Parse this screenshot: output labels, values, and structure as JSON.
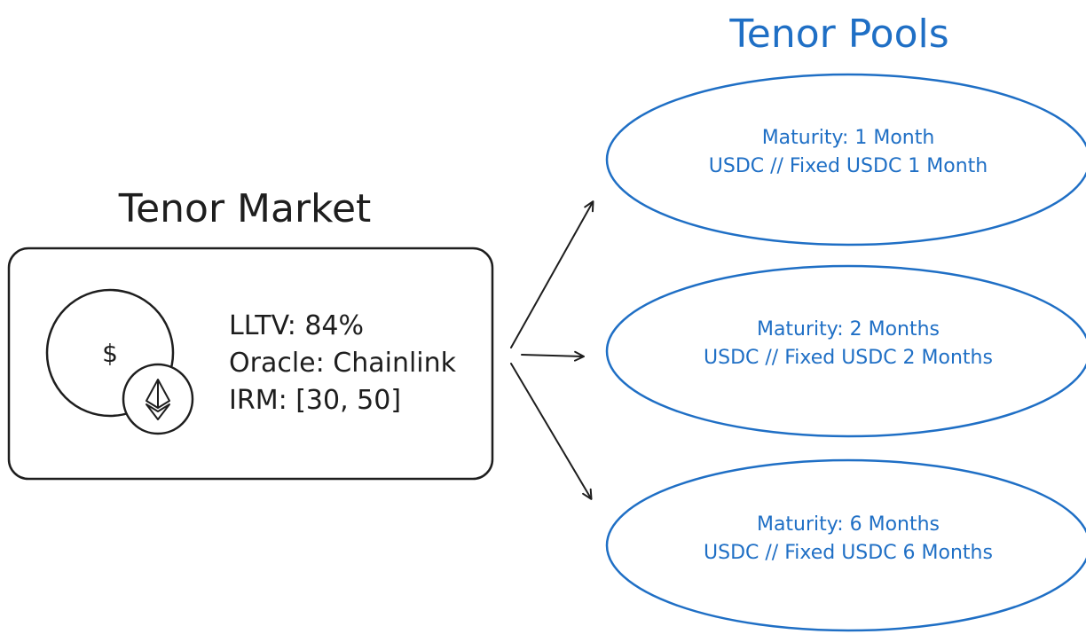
{
  "market": {
    "title": "Tenor Market",
    "loan_token_symbol": "$",
    "collateral_icon": "ethereum-icon",
    "params": {
      "lltv": "LLTV: 84%",
      "oracle": "Oracle: Chainlink",
      "irm": "IRM: [30, 50]"
    }
  },
  "pools": {
    "title": "Tenor Pools",
    "items": [
      {
        "maturity": "Maturity: 1 Month",
        "pair": "USDC // Fixed USDC 1 Month"
      },
      {
        "maturity": "Maturity: 2 Months",
        "pair": "USDC // Fixed USDC 2 Months"
      },
      {
        "maturity": "Maturity: 6 Months",
        "pair": "USDC // Fixed USDC 6 Months"
      }
    ]
  },
  "colors": {
    "ink": "#1e1e1e",
    "accent": "#1f6fc5"
  }
}
